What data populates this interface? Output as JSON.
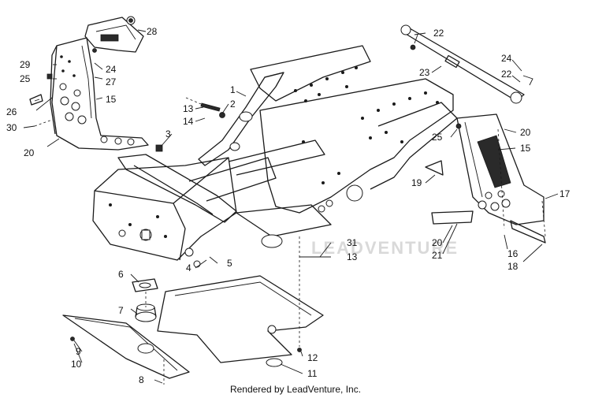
{
  "watermark": "LEADVENTURE",
  "footer": "Rendered by LeadVenture, Inc.",
  "callouts": {
    "c28": "28",
    "c29": "29",
    "c25a": "25",
    "c24a": "24",
    "c27": "27",
    "c26": "26",
    "c15a": "15",
    "c30": "30",
    "c20a": "20",
    "c1": "1",
    "c2": "2",
    "c13a": "13",
    "c14": "14",
    "c3": "3",
    "c4": "4",
    "c5": "5",
    "c31": "31",
    "c13b": "13",
    "c22a": "22",
    "c24b": "24",
    "c22b": "22",
    "c23": "23",
    "c20b": "20",
    "c25b": "25",
    "c15b": "15",
    "c19": "19",
    "c17": "17",
    "c20c": "20",
    "c21": "21",
    "c16": "16",
    "c18": "18",
    "c6": "6",
    "c7": "7",
    "c9": "9",
    "c10": "10",
    "c8": "8",
    "c12": "12",
    "c11": "11"
  }
}
